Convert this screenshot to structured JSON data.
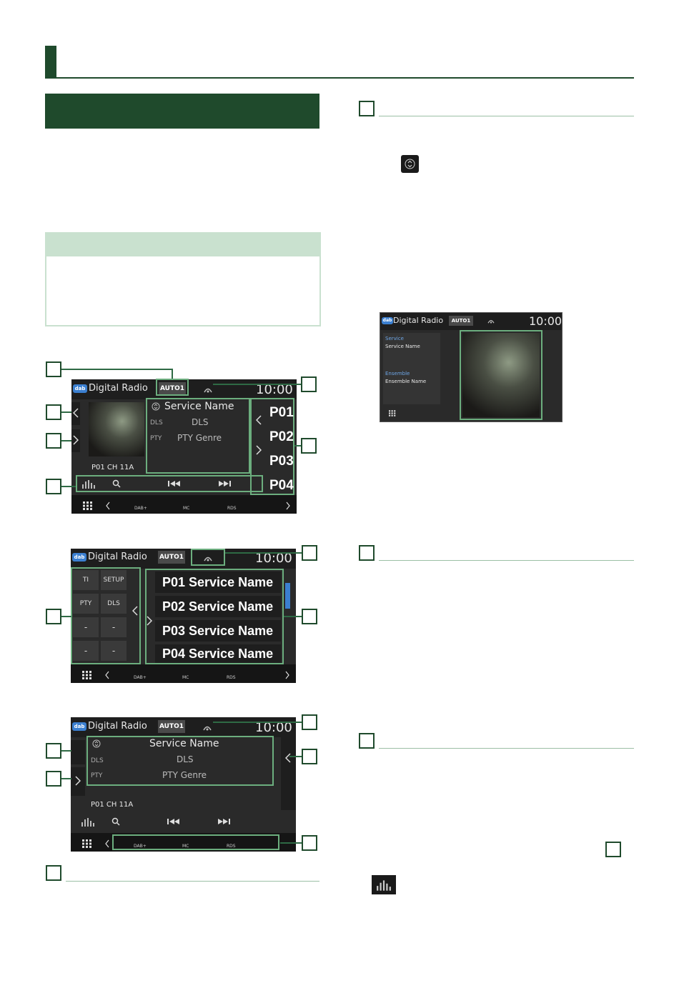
{
  "screens": {
    "main": {
      "app_title": "Digital Radio",
      "dab_logo": "dab",
      "auto_button": "AUTO1",
      "clock": "10:00",
      "service_name": "Service Name",
      "dls_label": "DLS",
      "dls_value": "DLS",
      "pty_label": "PTY",
      "pty_value": "PTY Genre",
      "channel_info": "P01  CH 11A",
      "presets": [
        "P01",
        "P02",
        "P03",
        "P04"
      ],
      "bottom_tabs": [
        "DAB+",
        "MC",
        "RDS"
      ]
    },
    "list": {
      "app_title": "Digital Radio",
      "dab_logo": "dab",
      "auto_button": "AUTO1",
      "clock": "10:00",
      "keys": [
        "TI",
        "SETUP",
        "PTY",
        "DLS",
        "-",
        "-",
        "-",
        "-"
      ],
      "services": [
        "P01 Service Name",
        "P02 Service Name",
        "P03 Service Name",
        "P04 Service Name"
      ],
      "bottom_tabs": [
        "DAB+",
        "MC",
        "RDS"
      ]
    },
    "simple": {
      "app_title": "Digital Radio",
      "dab_logo": "dab",
      "auto_button": "AUTO1",
      "clock": "10:00",
      "service_name": "Service Name",
      "dls_label": "DLS",
      "dls_value": "DLS",
      "pty_label": "PTY",
      "pty_value": "PTY Genre",
      "channel_info": "P01  CH 11A",
      "bottom_tabs": [
        "DAB+",
        "MC",
        "RDS"
      ]
    },
    "info": {
      "app_title": "Digital Radio",
      "dab_logo": "dab",
      "auto_button": "AUTO1",
      "clock": "10:00",
      "service_label": "Service",
      "service_value": "Service Name",
      "ensemble_label": "Ensemble",
      "ensemble_value": "Ensemble Name"
    }
  },
  "colors": {
    "brand_green": "#1f4a2c",
    "note_green": "#c9e1cf",
    "highlight": "#6cae7e",
    "dab_blue": "#3b7fd0",
    "info_label_blue": "#6ea6e6"
  },
  "icons": [
    "up-down-icon",
    "equalizer-icon",
    "search-icon",
    "prev-track-icon",
    "next-track-icon",
    "menu-grid-icon",
    "chevron-left-icon",
    "chevron-right-icon",
    "signal-icon"
  ]
}
